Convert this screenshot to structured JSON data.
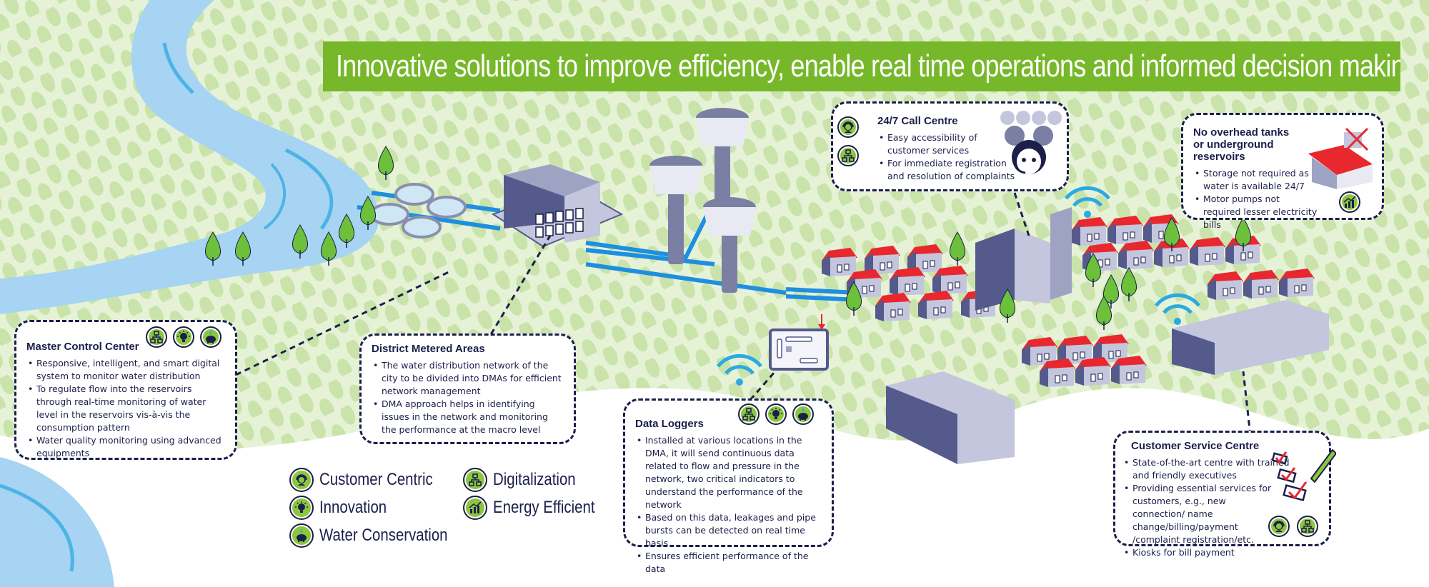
{
  "banner": {
    "title": "Innovative solutions to improve efficiency, enable real time operations and informed decision making",
    "color": "#76b82a"
  },
  "colors": {
    "ground": "#e6f2d6",
    "dots": "#c9e3ab",
    "river": "#a6d4f2",
    "river_dark": "#4db3e6",
    "pipe": "#1e8fe0",
    "building": "#9fa3c3",
    "building_dark": "#545a8c",
    "roof": "#e8282e",
    "tree": "#6cc03a",
    "navy": "#1b1f4a",
    "badge_green": "#8cc63f",
    "wifi": "#2aaae2"
  },
  "callouts": {
    "master_control": {
      "title": "Master Control Center",
      "badges": [
        "digitalization-icon",
        "innovation-icon",
        "water-conservation-icon"
      ],
      "bullets": [
        "Responsive, intelligent, and smart digital system to  monitor water distribution",
        "To regulate flow into the reservoirs through real-time monitoring of water level in the reservoirs vis-à-vis the consumption pattern",
        "Water quality monitoring using advanced equipments"
      ]
    },
    "dma": {
      "title": "District Metered Areas",
      "bullets": [
        "The water distribution network of the city to be divided into DMAs for efficient network management",
        "DMA approach helps in identifying issues in the network and monitoring the performance at the macro level"
      ]
    },
    "data_loggers": {
      "title": "Data Loggers",
      "badges": [
        "digitalization-icon",
        "innovation-icon",
        "water-conservation-icon"
      ],
      "bullets": [
        "Installed at various locations in the DMA, it will send continuous data related to flow and pressure in the network, two critical indicators to understand the performance of the network",
        "Based on this data, leakages and pipe bursts can be detected on real time basis",
        "Ensures efficient performance of the data"
      ]
    },
    "call_centre": {
      "title": "24/7 Call Centre",
      "badges": [
        "customer-centric-icon",
        "digitalization-icon"
      ],
      "bullets": [
        "Easy accessibility of customer services",
        "For immediate registration and resolution of complaints"
      ]
    },
    "no_tanks": {
      "title": "No overhead tanks or underground reservoirs",
      "badges": [
        "energy-efficient-icon"
      ],
      "bullets": [
        "Storage not required as water is available 24/7",
        "Motor pumps not required lesser electricity bills"
      ]
    },
    "customer_service": {
      "title": "Customer Service Centre",
      "badges": [
        "customer-centric-icon",
        "digitalization-icon"
      ],
      "bullets": [
        "State-of-the-art centre with trained and friendly executives",
        "Providing essential services for customers, e.g., new connection/ name change/billing/payment /complaint registration/etc.",
        "Kiosks for bill payment"
      ]
    }
  },
  "legend": [
    {
      "icon": "customer-centric-icon",
      "label": "Customer Centric"
    },
    {
      "icon": "innovation-icon",
      "label": "Innovation"
    },
    {
      "icon": "water-conservation-icon",
      "label": "Water Conservation"
    },
    {
      "icon": "digitalization-icon",
      "label": "Digitalization"
    },
    {
      "icon": "energy-efficient-icon",
      "label": "Energy Efficient"
    }
  ]
}
